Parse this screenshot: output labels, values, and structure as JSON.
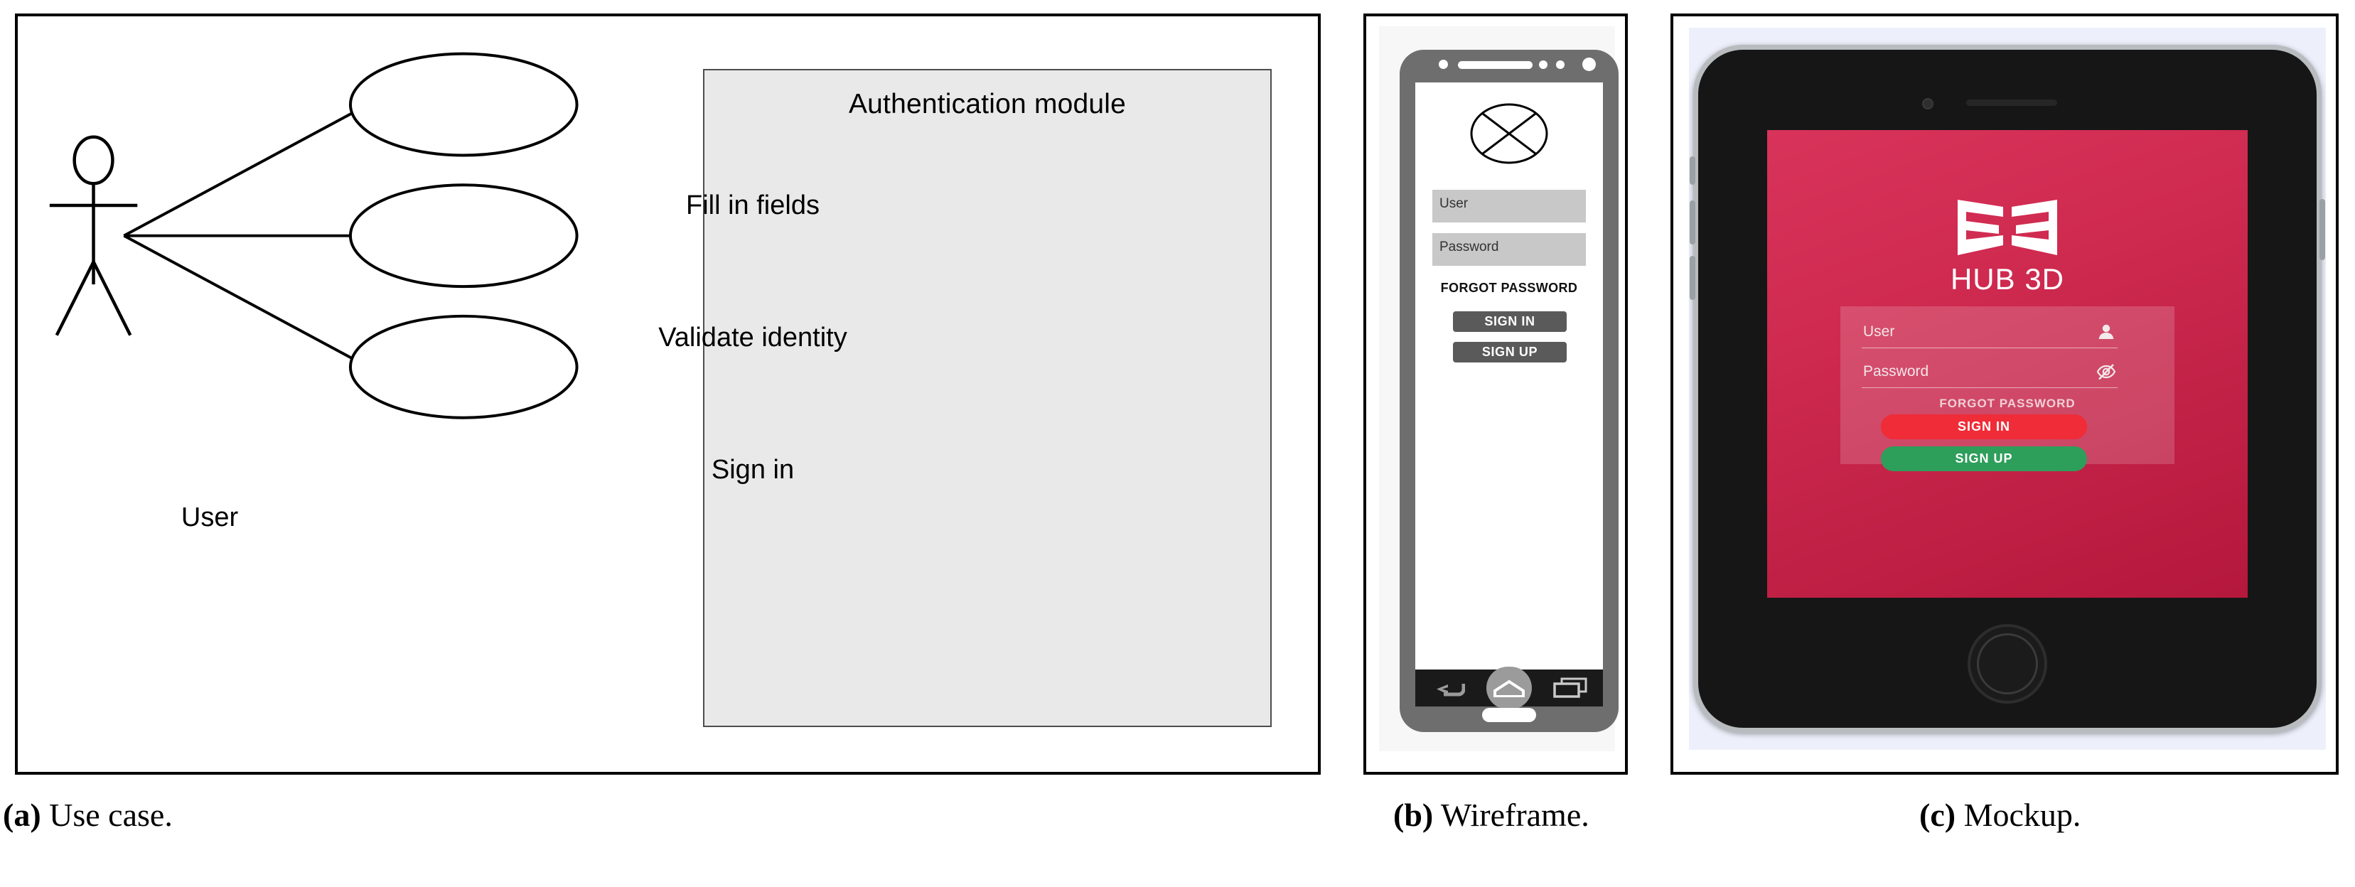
{
  "figure": {
    "subfigures": [
      {
        "marker": "(a)",
        "label": " Use case."
      },
      {
        "marker": "(b)",
        "label": " Wireframe."
      },
      {
        "marker": "(c)",
        "label": " Mockup."
      }
    ]
  },
  "use_case": {
    "actor_label": "User",
    "module_title": "Authentication module",
    "use_cases": [
      {
        "label": "Fill in fields"
      },
      {
        "label": "Validate identity"
      },
      {
        "label": "Sign in"
      }
    ]
  },
  "wireframe": {
    "logo_icon": "crossed-ellipse-placeholder-icon",
    "fields": [
      {
        "label": "User",
        "name": "user-field"
      },
      {
        "label": "Password",
        "name": "password-field"
      }
    ],
    "forgot_password": "FORGOT PASSWORD",
    "buttons": [
      {
        "label": "SIGN IN"
      },
      {
        "label": "SIGN UP"
      }
    ],
    "nav": {
      "back_icon": "back-arrow-icon",
      "home_icon": "home-icon",
      "recents_icon": "recent-apps-icon"
    }
  },
  "mockup": {
    "brand": "HUB 3D",
    "logo_icon": "hub-3d-bracket-logo-icon",
    "fields": [
      {
        "label": "User",
        "icon": "person-icon"
      },
      {
        "label": "Password",
        "icon": "eye-off-icon"
      }
    ],
    "forgot_password": "FORGOT PASSWORD",
    "buttons": [
      {
        "label": "SIGN IN",
        "color": "#ef2c37"
      },
      {
        "label": "SIGN UP",
        "color": "#2e9e5b"
      }
    ],
    "colors": {
      "screen_top": "#d8335a",
      "screen_bottom": "#b4183c",
      "sign_in": "#ef2c37",
      "sign_up": "#2e9e5b",
      "body": "#161616",
      "bezel": "#b8bcbf"
    }
  }
}
